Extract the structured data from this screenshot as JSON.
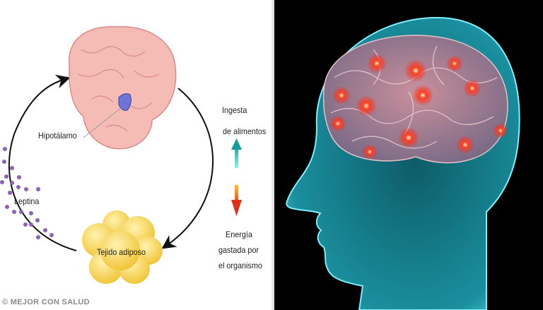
{
  "diagram": {
    "labels": {
      "hypothalamus": "Hipotálamo",
      "leptin": "Leptina",
      "adipose": "Tejido adiposo",
      "intake_line1": "Ingesta",
      "intake_line2": "de alimentos",
      "energy_line1": "Energía",
      "energy_line2": "gastada por",
      "energy_line3": "el organismo"
    },
    "watermark": "© MEJOR CON SALUD",
    "colors": {
      "brain": "#f4b8b4",
      "hypothalamus": "#6f74d8",
      "adipose": "#f7d24a",
      "leptin_dots": "#8a63b8",
      "up_arrow": "#1fa8a8",
      "down_arrow": "#e5401a"
    }
  },
  "photo": {
    "subject": "brain-in-head-illustration",
    "colors": {
      "background": "#000000",
      "head": "#2aa9b8",
      "brain": "#d9a8b0",
      "glow": "#ff3020"
    }
  }
}
